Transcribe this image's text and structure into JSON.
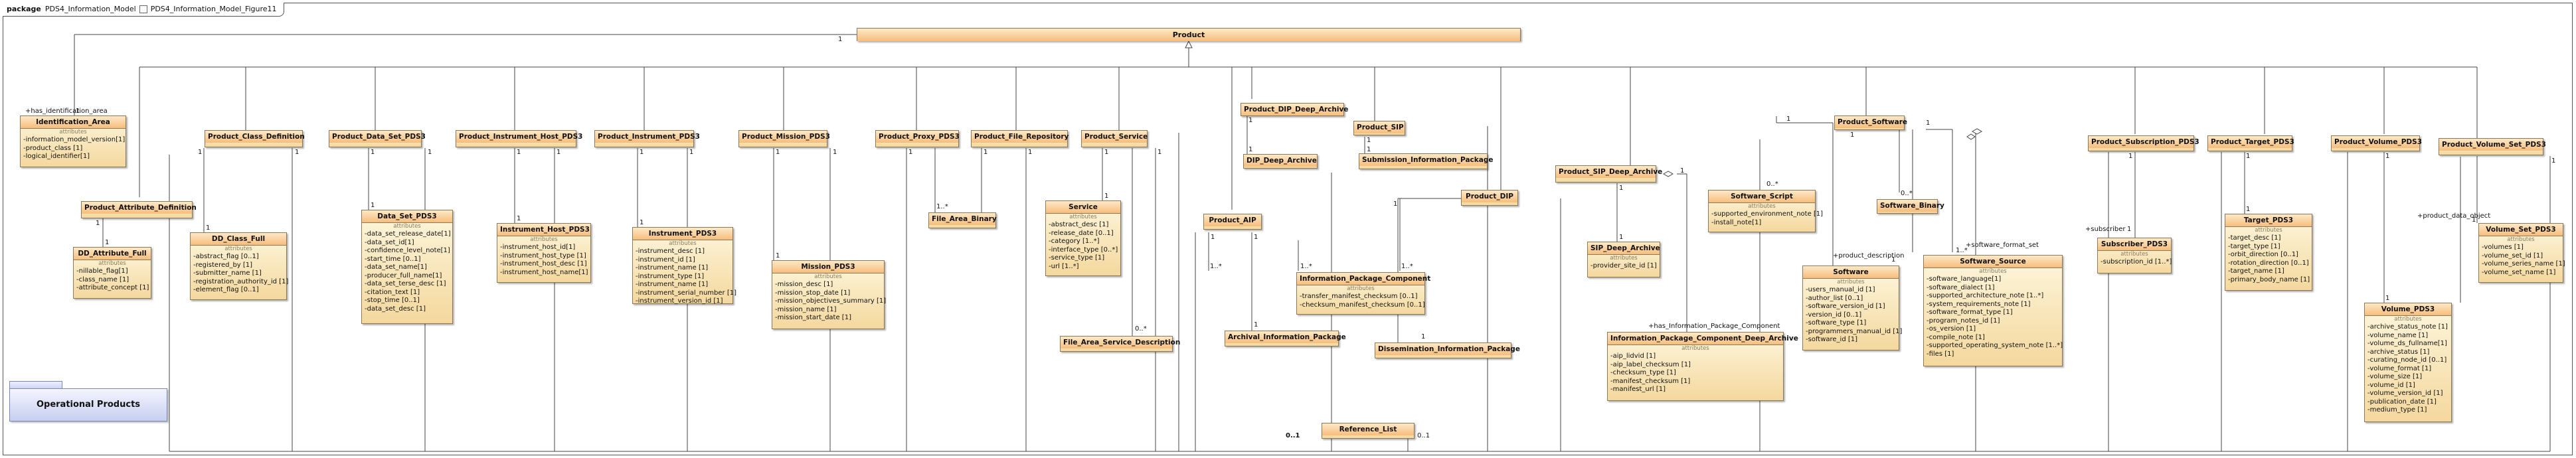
{
  "frame": {
    "keyword": "package",
    "name": "PDS4_Information_Model",
    "diagram_link": "PDS4_Information_Model_Figure11"
  },
  "package_box": {
    "label": "Operational Products"
  },
  "section_label": "attributes",
  "classes": {
    "product": {
      "name": "Product"
    },
    "identification_area": {
      "name": "Identification_Area",
      "attrs": [
        "information_model_version[1]",
        "product_class [1]",
        "logical_identifier[1]"
      ]
    },
    "product_attribute_definition": {
      "name": "Product_Attribute_Definition"
    },
    "dd_attribute_full": {
      "name": "DD_Attribute_Full",
      "attrs": [
        "nillable_flag[1]",
        "class_name [1]",
        "attribute_concept [1]"
      ]
    },
    "product_class_definition": {
      "name": "Product_Class_Definition"
    },
    "dd_class_full": {
      "name": "DD_Class_Full",
      "attrs": [
        "abstract_flag [0..1]",
        "registered_by [1]",
        "submitter_name [1]",
        "registration_authority_id [1]",
        "element_flag [0..1]"
      ]
    },
    "product_data_set_pds3": {
      "name": "Product_Data_Set_PDS3"
    },
    "data_set_pds3": {
      "name": "Data_Set_PDS3",
      "attrs": [
        "data_set_release_date[1]",
        "data_set_id[1]",
        "confidence_level_note[1]",
        "start_time [0..1]",
        "data_set_name[1]",
        "producer_full_name[1]",
        "data_set_terse_desc [1]",
        "citation_text [1]",
        "stop_time [0..1]",
        "data_set_desc [1]"
      ]
    },
    "product_instrument_host_pds3": {
      "name": "Product_Instrument_Host_PDS3"
    },
    "instrument_host_pds3": {
      "name": "Instrument_Host_PDS3",
      "attrs": [
        "instrument_host_id[1]",
        "instrument_host_type [1]",
        "instrument_host_desc [1]",
        "instrument_host_name[1]"
      ]
    },
    "product_instrument_pds3": {
      "name": "Product_Instrument_PDS3"
    },
    "instrument_pds3": {
      "name": "Instrument_PDS3",
      "attrs": [
        "instrument_desc [1]",
        "instrument_id [1]",
        "instrument_name [1]",
        "instrument_type [1]",
        "instrument_name [1]",
        "instrument_serial_number [1]",
        "instrument_version_id [1]"
      ]
    },
    "product_mission_pds3": {
      "name": "Product_Mission_PDS3"
    },
    "mission_pds3": {
      "name": "Mission_PDS3",
      "attrs": [
        "mission_desc [1]",
        "mission_stop_date [1]",
        "mission_objectives_summary [1]",
        "mission_name [1]",
        "mission_start_date [1]"
      ]
    },
    "product_proxy_pds3": {
      "name": "Product_Proxy_PDS3"
    },
    "file_area_binary": {
      "name": "File_Area_Binary"
    },
    "product_file_repository": {
      "name": "Product_File_Repository"
    },
    "product_service": {
      "name": "Product_Service"
    },
    "service": {
      "name": "Service",
      "attrs": [
        "abstract_desc [1]",
        "release_date [0..1]",
        "category [1..*]",
        "interface_type [0..*]",
        "service_type [1]",
        "url [1..*]"
      ]
    },
    "file_area_service_description": {
      "name": "File_Area_Service_Description"
    },
    "product_dip_deep_archive": {
      "name": "Product_DIP_Deep_Archive"
    },
    "dip_deep_archive": {
      "name": "DIP_Deep_Archive"
    },
    "product_aip": {
      "name": "Product_AIP"
    },
    "archival_information_package": {
      "name": "Archival_Information_Package"
    },
    "product_sip": {
      "name": "Product_SIP"
    },
    "submission_information_package": {
      "name": "Submission_Information_Package"
    },
    "information_package_component": {
      "name": "Information_Package_Component",
      "attrs": [
        "transfer_manifest_checksum [0..1]",
        "checksum_manifest_checksum [0..1]"
      ]
    },
    "product_dip": {
      "name": "Product_DIP"
    },
    "dissemination_information_package": {
      "name": "Dissemination_Information_Package"
    },
    "product_sip_deep_archive": {
      "name": "Product_SIP_Deep_Archive"
    },
    "sip_deep_archive": {
      "name": "SIP_Deep_Archive",
      "attrs": [
        "provider_site_id [1]"
      ]
    },
    "information_package_component_deep_archive": {
      "name": "Information_Package_Component_Deep_Archive",
      "attrs": [
        "aip_lidvid [1]",
        "aip_label_checksum [1]",
        "checksum_type [1]",
        "manifest_checksum [1]",
        "manifest_url [1]"
      ]
    },
    "software_script": {
      "name": "Software_Script",
      "attrs": [
        "supported_environment_note [1]",
        "install_note[1]"
      ]
    },
    "product_software": {
      "name": "Product_Software"
    },
    "software_binary": {
      "name": "Software_Binary"
    },
    "software": {
      "name": "Software",
      "attrs": [
        "users_manual_id [1]",
        "author_list [0..1]",
        "software_version_id [1]",
        "version_id [0..1]",
        "software_type [1]",
        "programmers_manual_id [1]",
        "software_id [1]"
      ]
    },
    "software_source": {
      "name": "Software_Source",
      "attrs": [
        "software_language[1]",
        "software_dialect [1]",
        "supported_architecture_note [1..*]",
        "system_requirements_note [1]",
        "software_format_type [1]",
        "program_notes_id [1]",
        "os_version [1]",
        "compile_note [1]",
        "supported_operating_system_note [1..*]",
        "files [1]"
      ]
    },
    "product_subscription_pds3": {
      "name": "Product_Subscription_PDS3"
    },
    "subscriber_pds3": {
      "name": "Subscriber_PDS3",
      "attrs": [
        "subscription_id [1..*]"
      ]
    },
    "product_target_pds3": {
      "name": "Product_Target_PDS3"
    },
    "target_pds3": {
      "name": "Target_PDS3",
      "attrs": [
        "target_desc [1]",
        "target_type [1]",
        "orbit_direction [0..1]",
        "rotation_direction [0..1]",
        "target_name [1]",
        "primary_body_name [1]"
      ]
    },
    "product_volume_pds3": {
      "name": "Product_Volume_PDS3"
    },
    "volume_pds3": {
      "name": "Volume_PDS3",
      "attrs": [
        "archive_status_note [1]",
        "volume_name [1]",
        "volume_ds_fullname[1]",
        "archive_status [1]",
        "curating_node_id [0..1]",
        "volume_format [1]",
        "volume_size [1]",
        "volume_id [1]",
        "volume_version_id [1]",
        "publication_date [1]",
        "medium_type [1]"
      ]
    },
    "product_volume_set_pds3": {
      "name": "Product_Volume_Set_PDS3"
    },
    "volume_set_pds3": {
      "name": "Volume_Set_PDS3",
      "attrs": [
        "volumes [1]",
        "volume_set_id [1]",
        "volume_series_name [1]",
        "volume_set_name [1]"
      ]
    },
    "reference_list": {
      "name": "Reference_List"
    }
  },
  "roles": {
    "has_identification_area": "+has_identification_area",
    "product_description": "+product_description",
    "software_format_set": "+software_format_set",
    "has_information_package_component": "+has_Information_Package_Component",
    "subscriber": "+subscriber",
    "product_data_object": "+product_data_object"
  },
  "multiplicities": {
    "one": "1",
    "one_many": "1..*",
    "zero_many": "0..*",
    "zero_one": "0..1"
  }
}
